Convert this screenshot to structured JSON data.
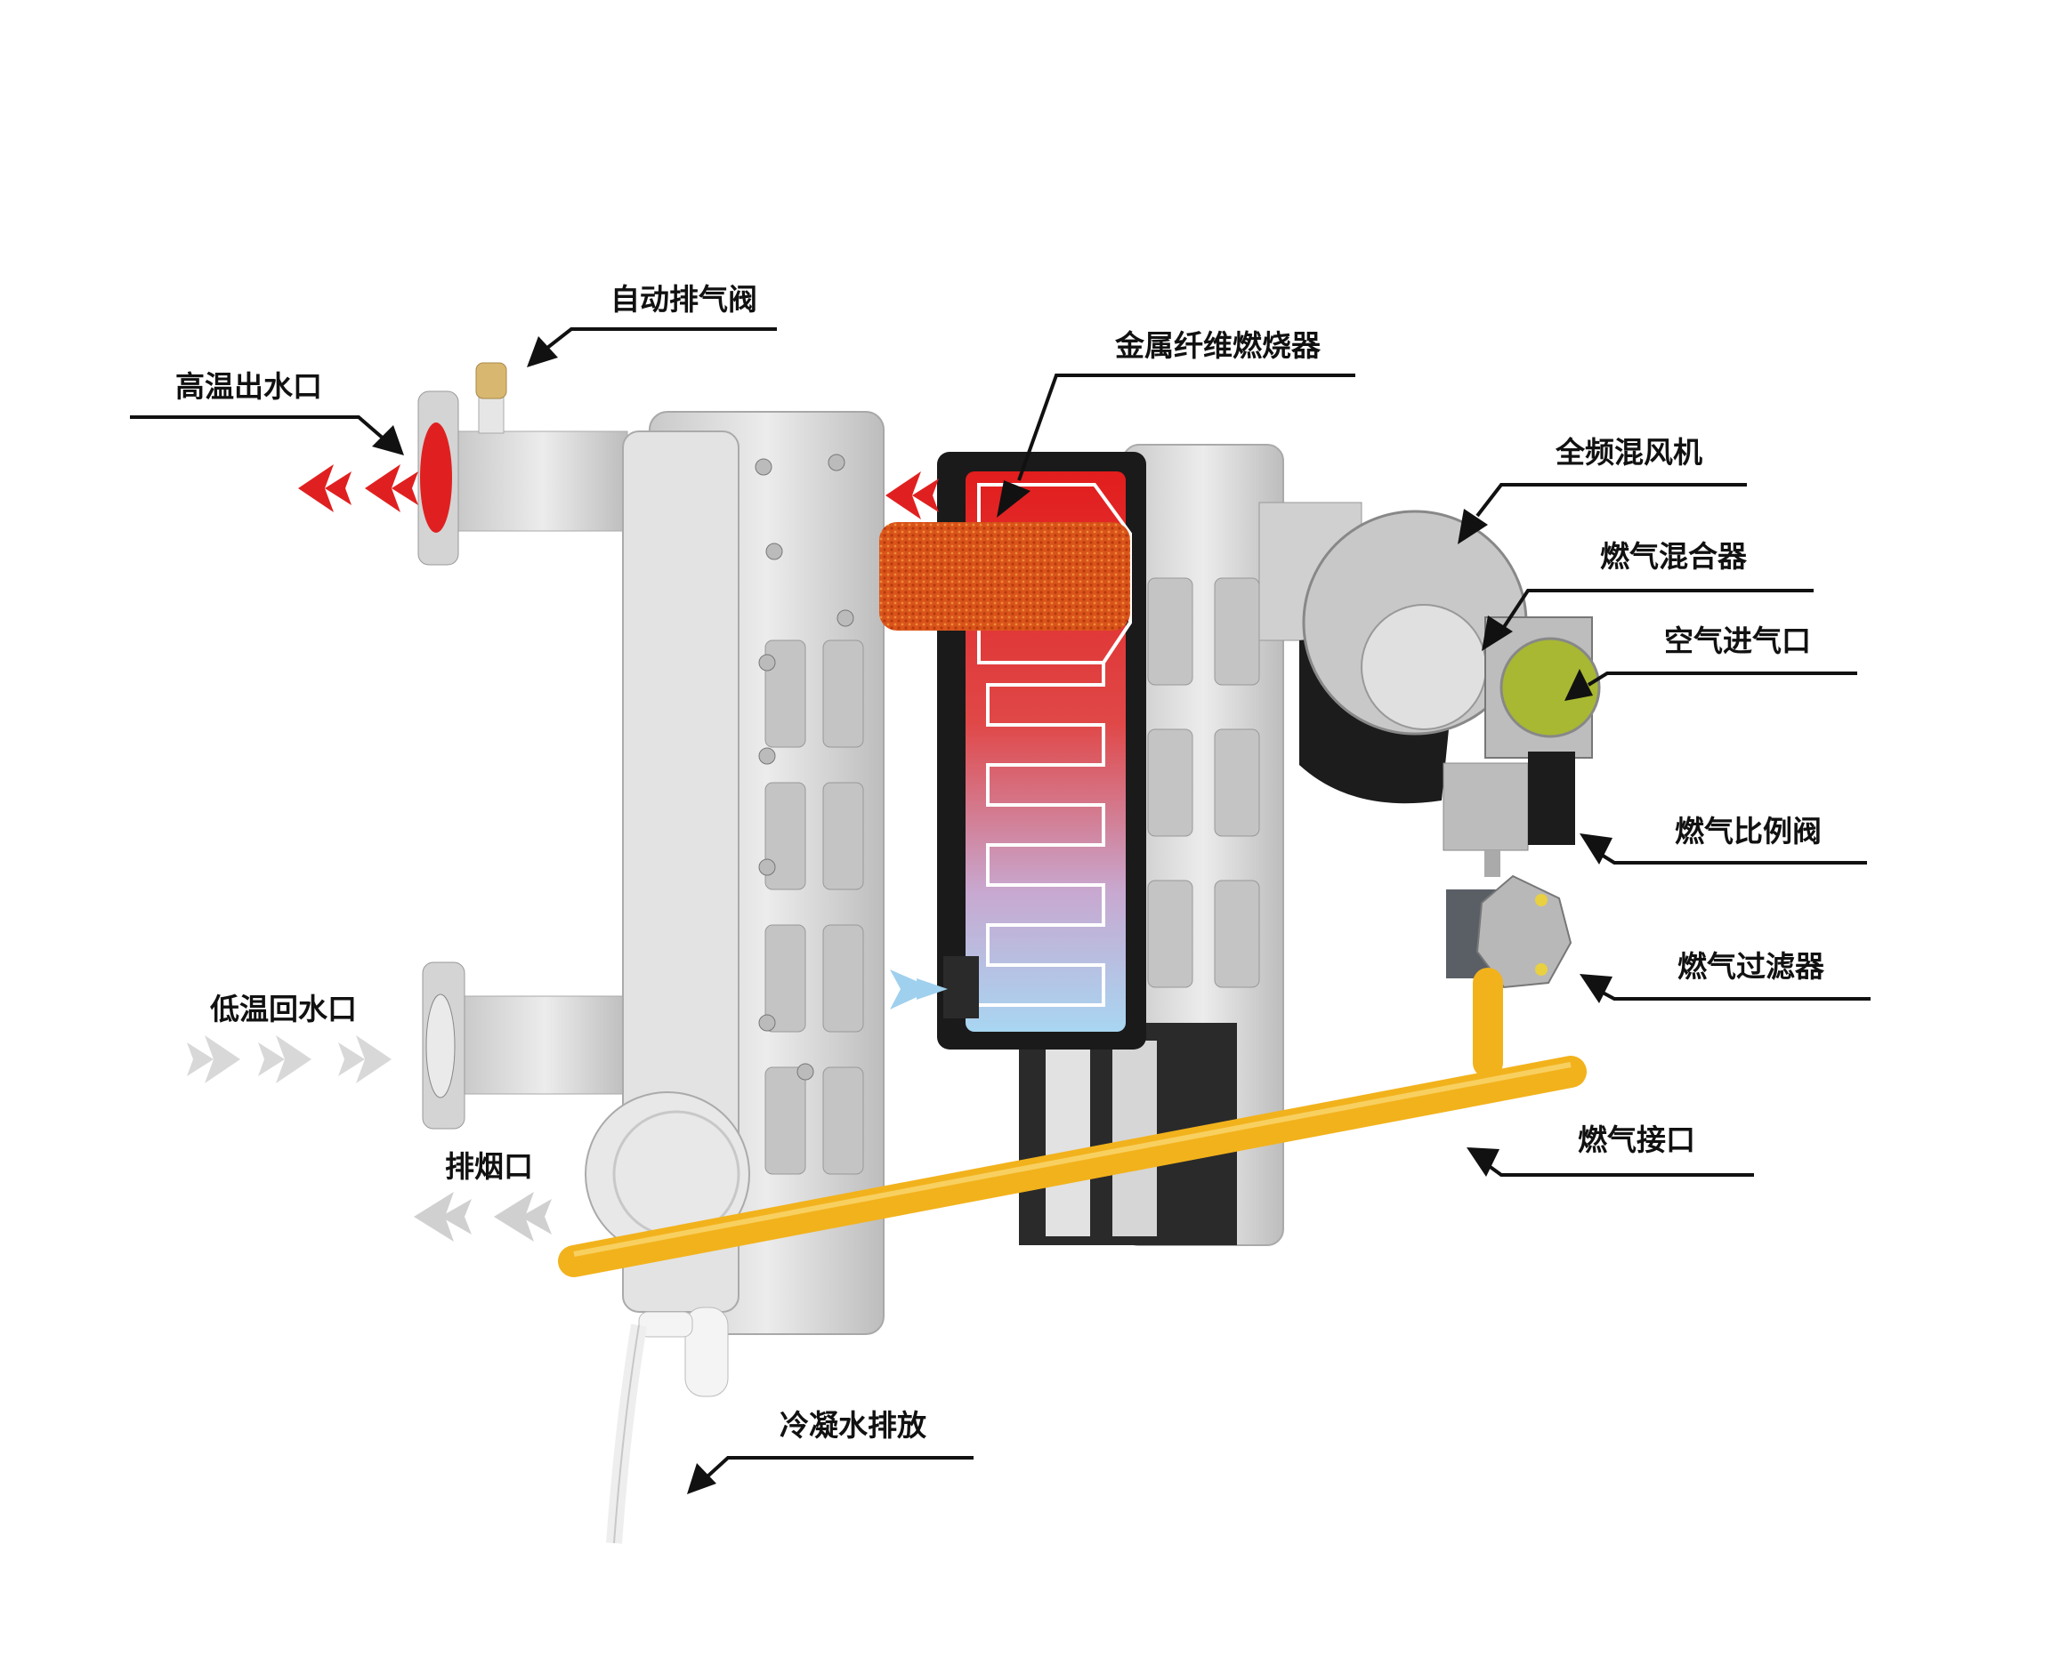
{
  "labels": {
    "auto_vent_valve": "自动排气阀",
    "hot_water_outlet": "高温出水口",
    "metal_fiber_burner": "金属纤维燃烧器",
    "full_freq_fan": "全频混风机",
    "gas_mixer": "燃气混合器",
    "air_inlet": "空气进气口",
    "gas_proportional_valve": "燃气比例阀",
    "gas_filter": "燃气过滤器",
    "gas_connection": "燃气接口",
    "cold_water_return": "低温回水口",
    "flue_outlet": "排烟口",
    "condensate_drain": "冷凝水排放"
  },
  "colors": {
    "hot": "#e02020",
    "cold": "#9fd0ee",
    "gas_pipe": "#f2b21c",
    "burner": "#d9541a",
    "metal": "#dcdcdc",
    "air_inlet": "#a8b832"
  }
}
